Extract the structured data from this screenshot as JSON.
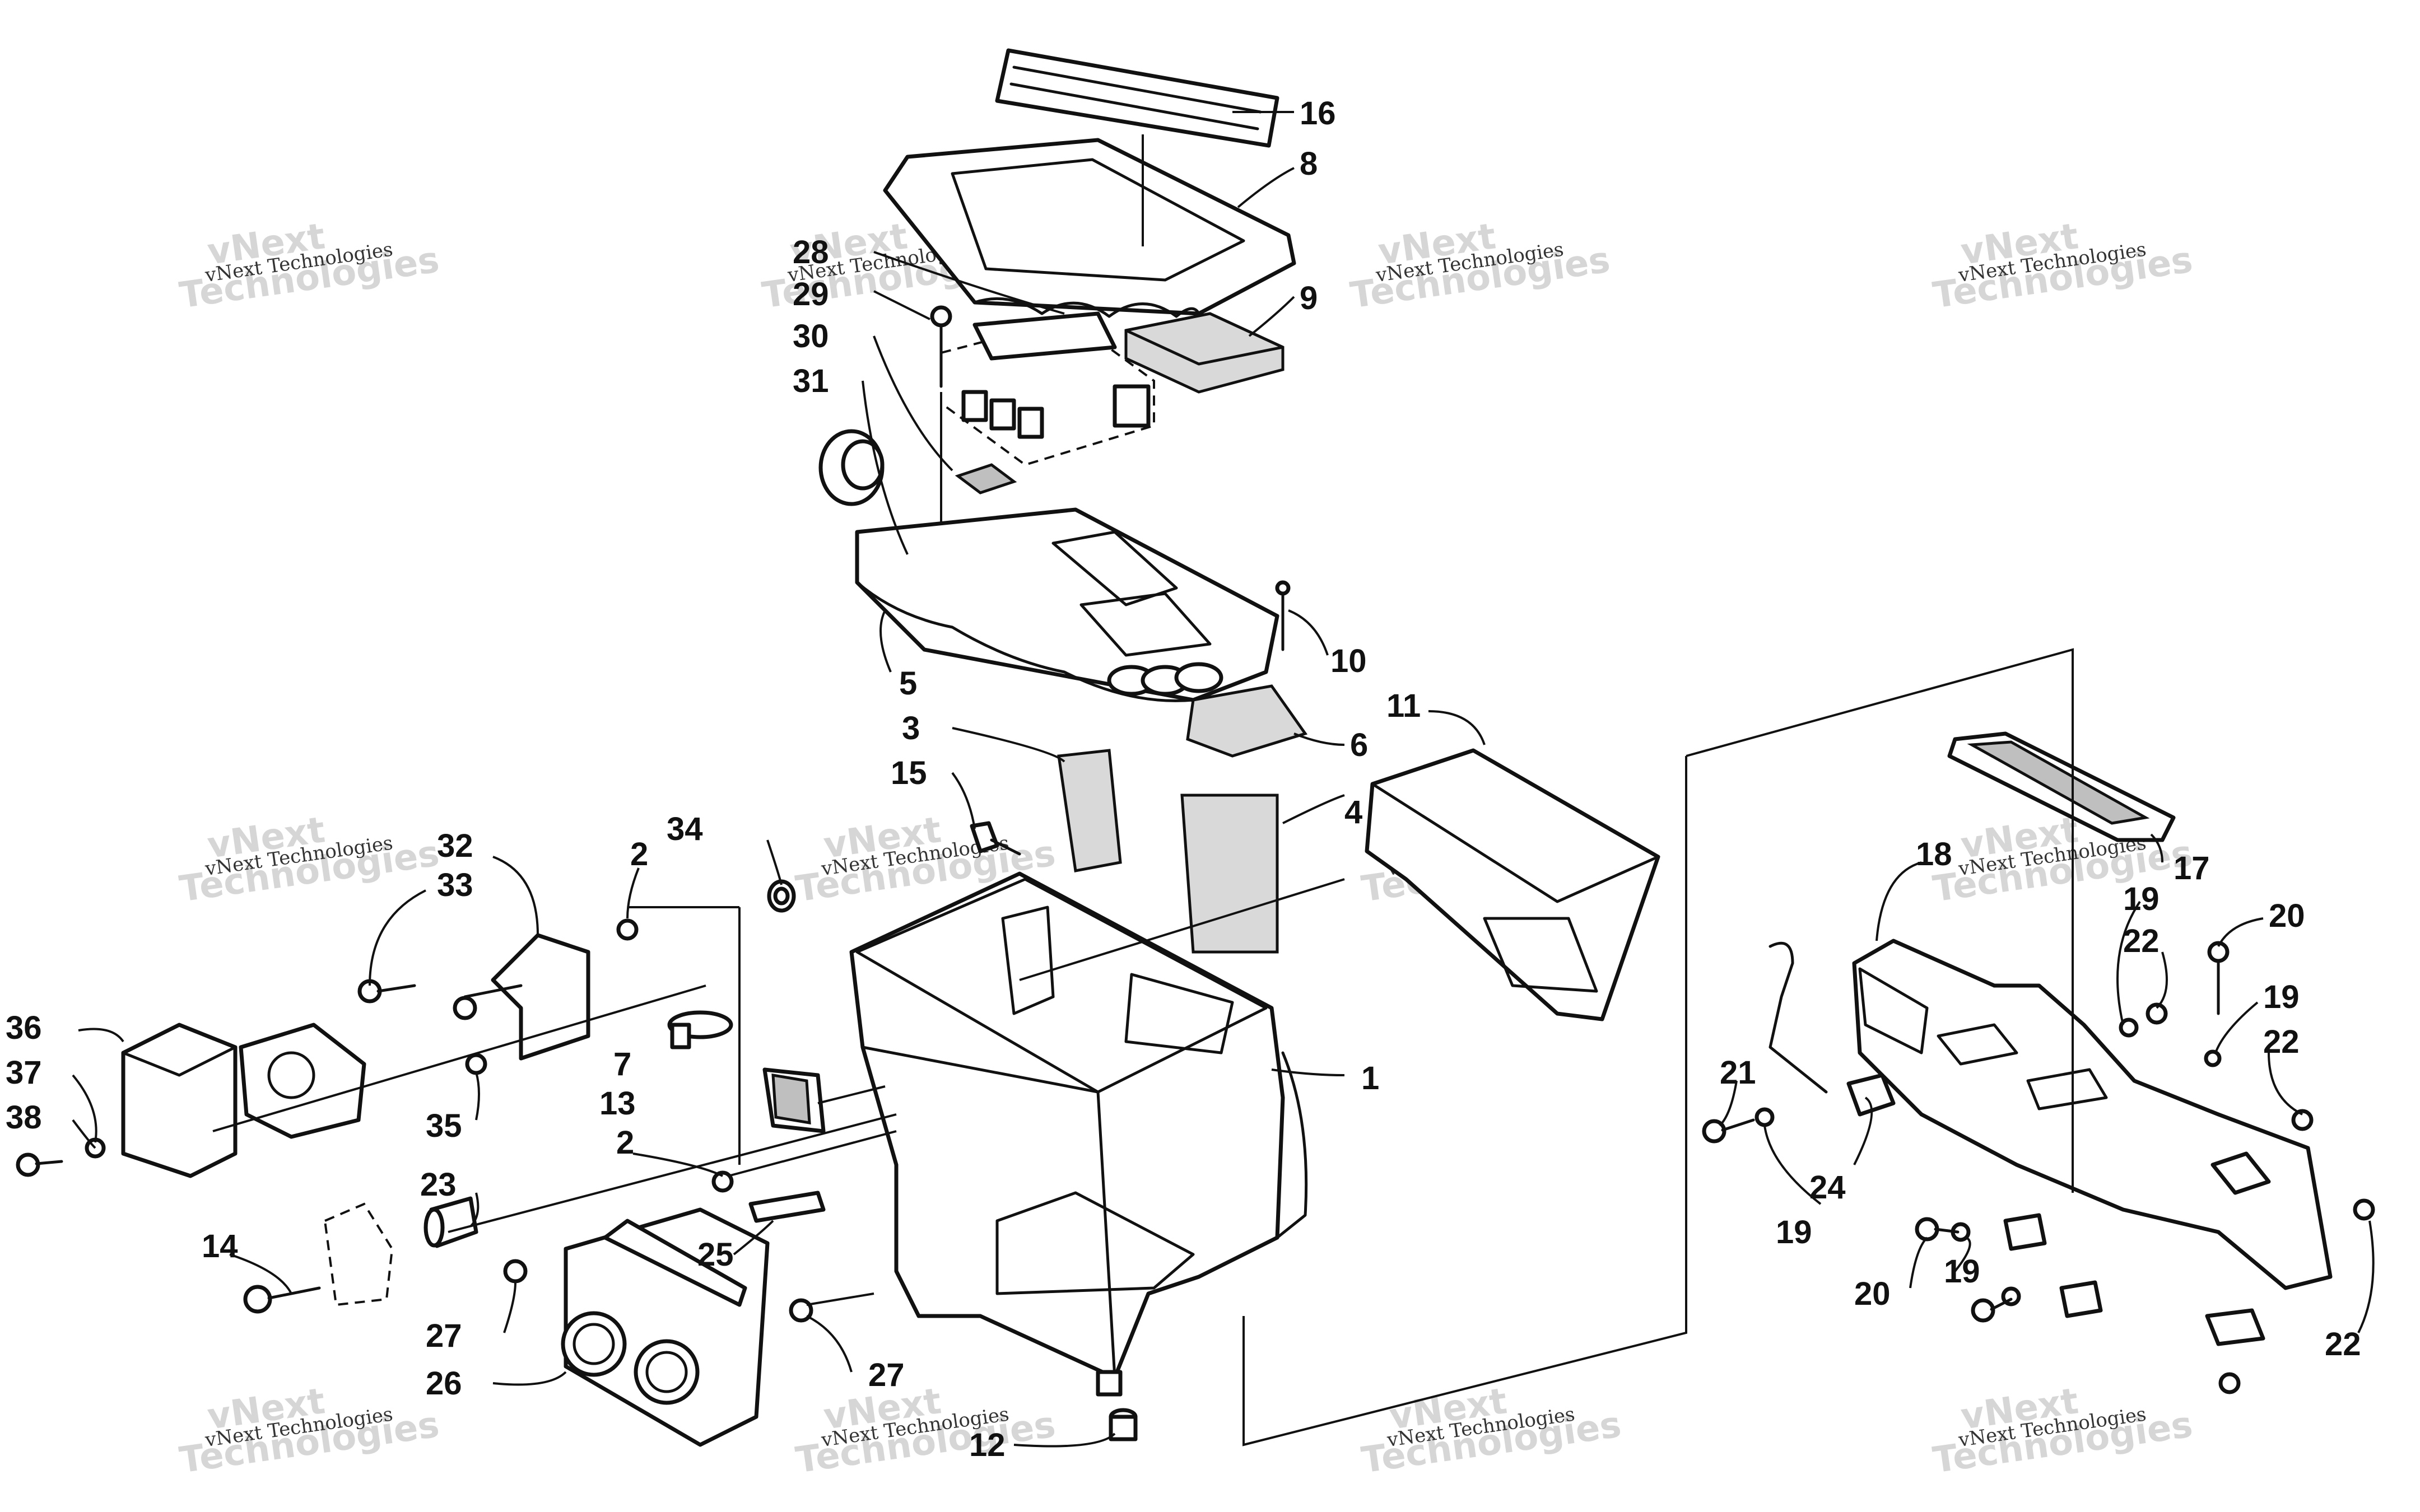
{
  "watermark": {
    "small": "vNext Technologies",
    "big_line1": "vNext",
    "big_line2": "Technologies"
  },
  "callouts": [
    "1",
    "2",
    "3",
    "4",
    "5",
    "6",
    "7",
    "8",
    "9",
    "10",
    "11",
    "12",
    "13",
    "14",
    "15",
    "16",
    "17",
    "18",
    "19",
    "20",
    "21",
    "22",
    "23",
    "24",
    "25",
    "26",
    "27",
    "28",
    "29",
    "30",
    "31",
    "32",
    "33",
    "34",
    "35",
    "36",
    "37",
    "38"
  ]
}
